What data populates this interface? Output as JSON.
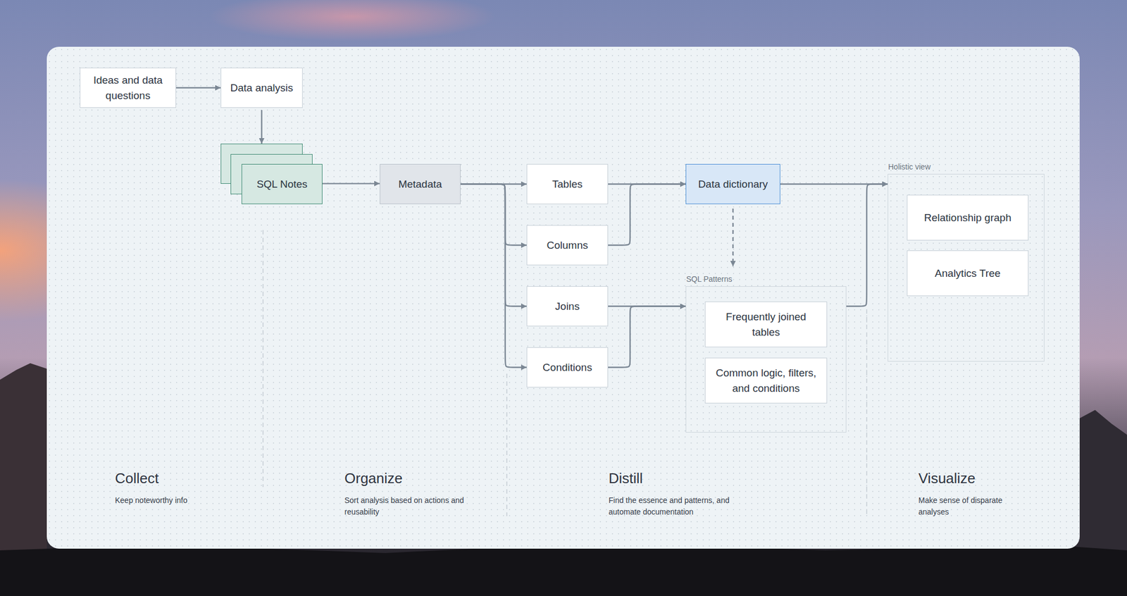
{
  "diagram": {
    "nodes": [
      {
        "text": [
          "Ideas and data questions"
        ]
      },
      {
        "text": [
          "Data analysis"
        ]
      },
      {
        "text": [
          "SQL Notes"
        ]
      },
      {
        "text": [
          "Metadata"
        ]
      },
      {
        "text": [
          "Tables"
        ]
      },
      {
        "text": [
          "Columns"
        ]
      },
      {
        "text": [
          "Joins"
        ]
      },
      {
        "text": [
          "Conditions"
        ]
      },
      {
        "text": [
          "Data dictionary"
        ]
      },
      {
        "text": [
          "SQL Patterns"
        ]
      },
      {
        "text": [
          "Frequently joined tables"
        ],
        "in": 9
      },
      {
        "text": [
          "Common logic, filters, and conditions"
        ],
        "in": 9
      },
      {
        "text": [
          "Holistic view"
        ]
      },
      {
        "text": [
          "Relationship graph"
        ],
        "in": 12
      },
      {
        "text": [
          "Analytics Tree"
        ],
        "in": 12
      }
    ],
    "edges": [
      {
        "from": 0,
        "to": 1,
        "arrow": "to"
      },
      {
        "from": 1,
        "to": 2,
        "arrow": "to"
      },
      {
        "from": 2,
        "to": 3,
        "arrow": "to"
      },
      {
        "from": 3,
        "to": 4,
        "arrow": "to"
      },
      {
        "from": 3,
        "to": 5,
        "arrow": "to"
      },
      {
        "from": 3,
        "to": 6,
        "arrow": "to"
      },
      {
        "from": 3,
        "to": 7,
        "arrow": "to"
      },
      {
        "from": 4,
        "to": 8,
        "arrow": "to"
      },
      {
        "from": 5,
        "to": 8,
        "arrow": "to"
      },
      {
        "from": 8,
        "to": 9,
        "arrow": "to"
      },
      {
        "from": 6,
        "to": 9,
        "arrow": "to"
      },
      {
        "from": 7,
        "to": 9,
        "arrow": "to"
      },
      {
        "from": 8,
        "to": 12,
        "arrow": "to"
      },
      {
        "from": 9,
        "to": 12,
        "arrow": "to"
      }
    ],
    "labels": [
      "Collect",
      "Keep noteworthy info",
      "Organize",
      "Sort analysis based on actions and reusability",
      "Distill",
      "Find the essence and patterns, and automate documentation",
      "Visualize",
      "Make sense of disparate analyses"
    ]
  }
}
